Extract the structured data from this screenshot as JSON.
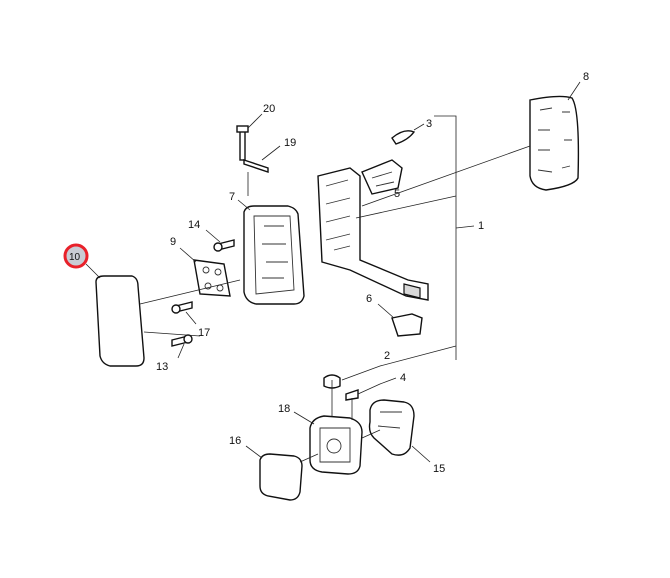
{
  "callouts": [
    {
      "id": "1",
      "text": "1"
    },
    {
      "id": "2",
      "text": "2"
    },
    {
      "id": "3",
      "text": "3"
    },
    {
      "id": "4",
      "text": "4"
    },
    {
      "id": "5",
      "text": "5"
    },
    {
      "id": "6",
      "text": "6"
    },
    {
      "id": "7",
      "text": "7"
    },
    {
      "id": "8",
      "text": "8"
    },
    {
      "id": "9",
      "text": "9"
    },
    {
      "id": "10",
      "text": "10"
    },
    {
      "id": "13",
      "text": "13"
    },
    {
      "id": "14",
      "text": "14"
    },
    {
      "id": "15",
      "text": "15"
    },
    {
      "id": "16",
      "text": "16"
    },
    {
      "id": "17",
      "text": "17"
    },
    {
      "id": "18",
      "text": "18"
    },
    {
      "id": "19",
      "text": "19"
    },
    {
      "id": "20",
      "text": "20"
    }
  ],
  "highlight": {
    "callout": "10",
    "ring_color": "#e8212a",
    "fill_color": "#c9ccd4"
  }
}
